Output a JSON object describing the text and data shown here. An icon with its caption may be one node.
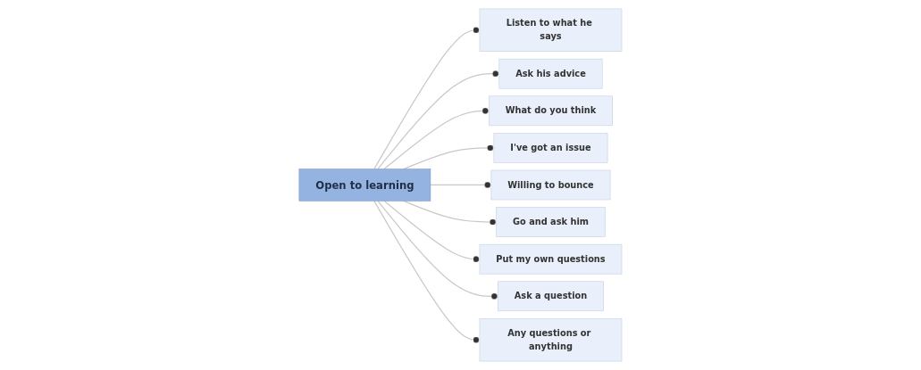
{
  "diagram": {
    "nodes": [
      {
        "text": [
          "Open to learning"
        ]
      },
      {
        "text": [
          "Listen to what he says"
        ]
      },
      {
        "text": [
          "Ask his advice"
        ]
      },
      {
        "text": [
          "What do you think"
        ]
      },
      {
        "text": [
          "I've got an issue"
        ]
      },
      {
        "text": [
          "Willing to bounce"
        ]
      },
      {
        "text": [
          "Go and ask him"
        ]
      },
      {
        "text": [
          "Put my own questions"
        ]
      },
      {
        "text": [
          "Ask a question"
        ]
      },
      {
        "text": [
          "Any questions or anything"
        ]
      }
    ],
    "edges": [
      {
        "from": 0,
        "to": 1,
        "arrow": "other"
      },
      {
        "from": 0,
        "to": 2,
        "arrow": "other"
      },
      {
        "from": 0,
        "to": 3,
        "arrow": "other"
      },
      {
        "from": 0,
        "to": 4,
        "arrow": "other"
      },
      {
        "from": 0,
        "to": 5,
        "arrow": "other"
      },
      {
        "from": 0,
        "to": 6,
        "arrow": "other"
      },
      {
        "from": 0,
        "to": 7,
        "arrow": "other"
      },
      {
        "from": 0,
        "to": 8,
        "arrow": "other"
      },
      {
        "from": 0,
        "to": 9,
        "arrow": "other"
      }
    ]
  }
}
